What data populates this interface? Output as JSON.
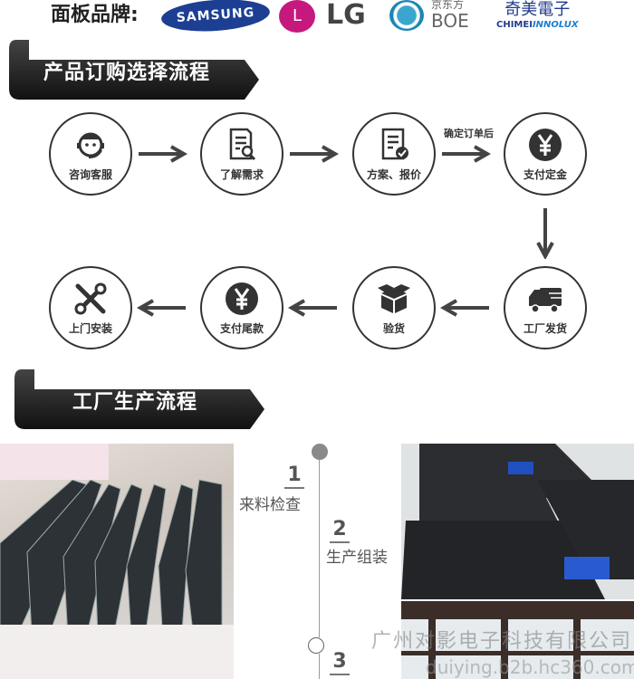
{
  "brands": {
    "label": "面板品牌:",
    "samsung": "SAMSUNG",
    "lg_symbol": "L",
    "lg": "LG",
    "boe_cn": "京东方",
    "boe": "BOE",
    "chimei_cn": "奇美電子",
    "chimei_en_a": "CHIMEI",
    "chimei_en_b": "INNOLUX"
  },
  "order_section": {
    "title": "产品订购选择流程",
    "note": "确定订单后",
    "steps": [
      {
        "label": "咨询客服",
        "icon": "customer-service-icon"
      },
      {
        "label": "了解需求",
        "icon": "document-search-icon"
      },
      {
        "label": "方案、报价",
        "icon": "document-check-icon"
      },
      {
        "label": "支付定金",
        "icon": "yen-icon"
      },
      {
        "label": "工厂发货",
        "icon": "truck-icon"
      },
      {
        "label": "验货",
        "icon": "box-icon"
      },
      {
        "label": "支付尾款",
        "icon": "yen-icon"
      },
      {
        "label": "上门安装",
        "icon": "tools-icon"
      }
    ]
  },
  "production_section": {
    "title": "工厂生产流程",
    "timeline": [
      {
        "num": "1",
        "text": "来料检查"
      },
      {
        "num": "2",
        "text": "生产组装"
      },
      {
        "num": "3",
        "text": ""
      }
    ]
  },
  "watermark": {
    "company": "广州对影电子科技有限公司",
    "url": "duiying.b2b.hc360.com"
  },
  "colors": {
    "banner": "#2a2a2a",
    "step_border": "#333333"
  }
}
